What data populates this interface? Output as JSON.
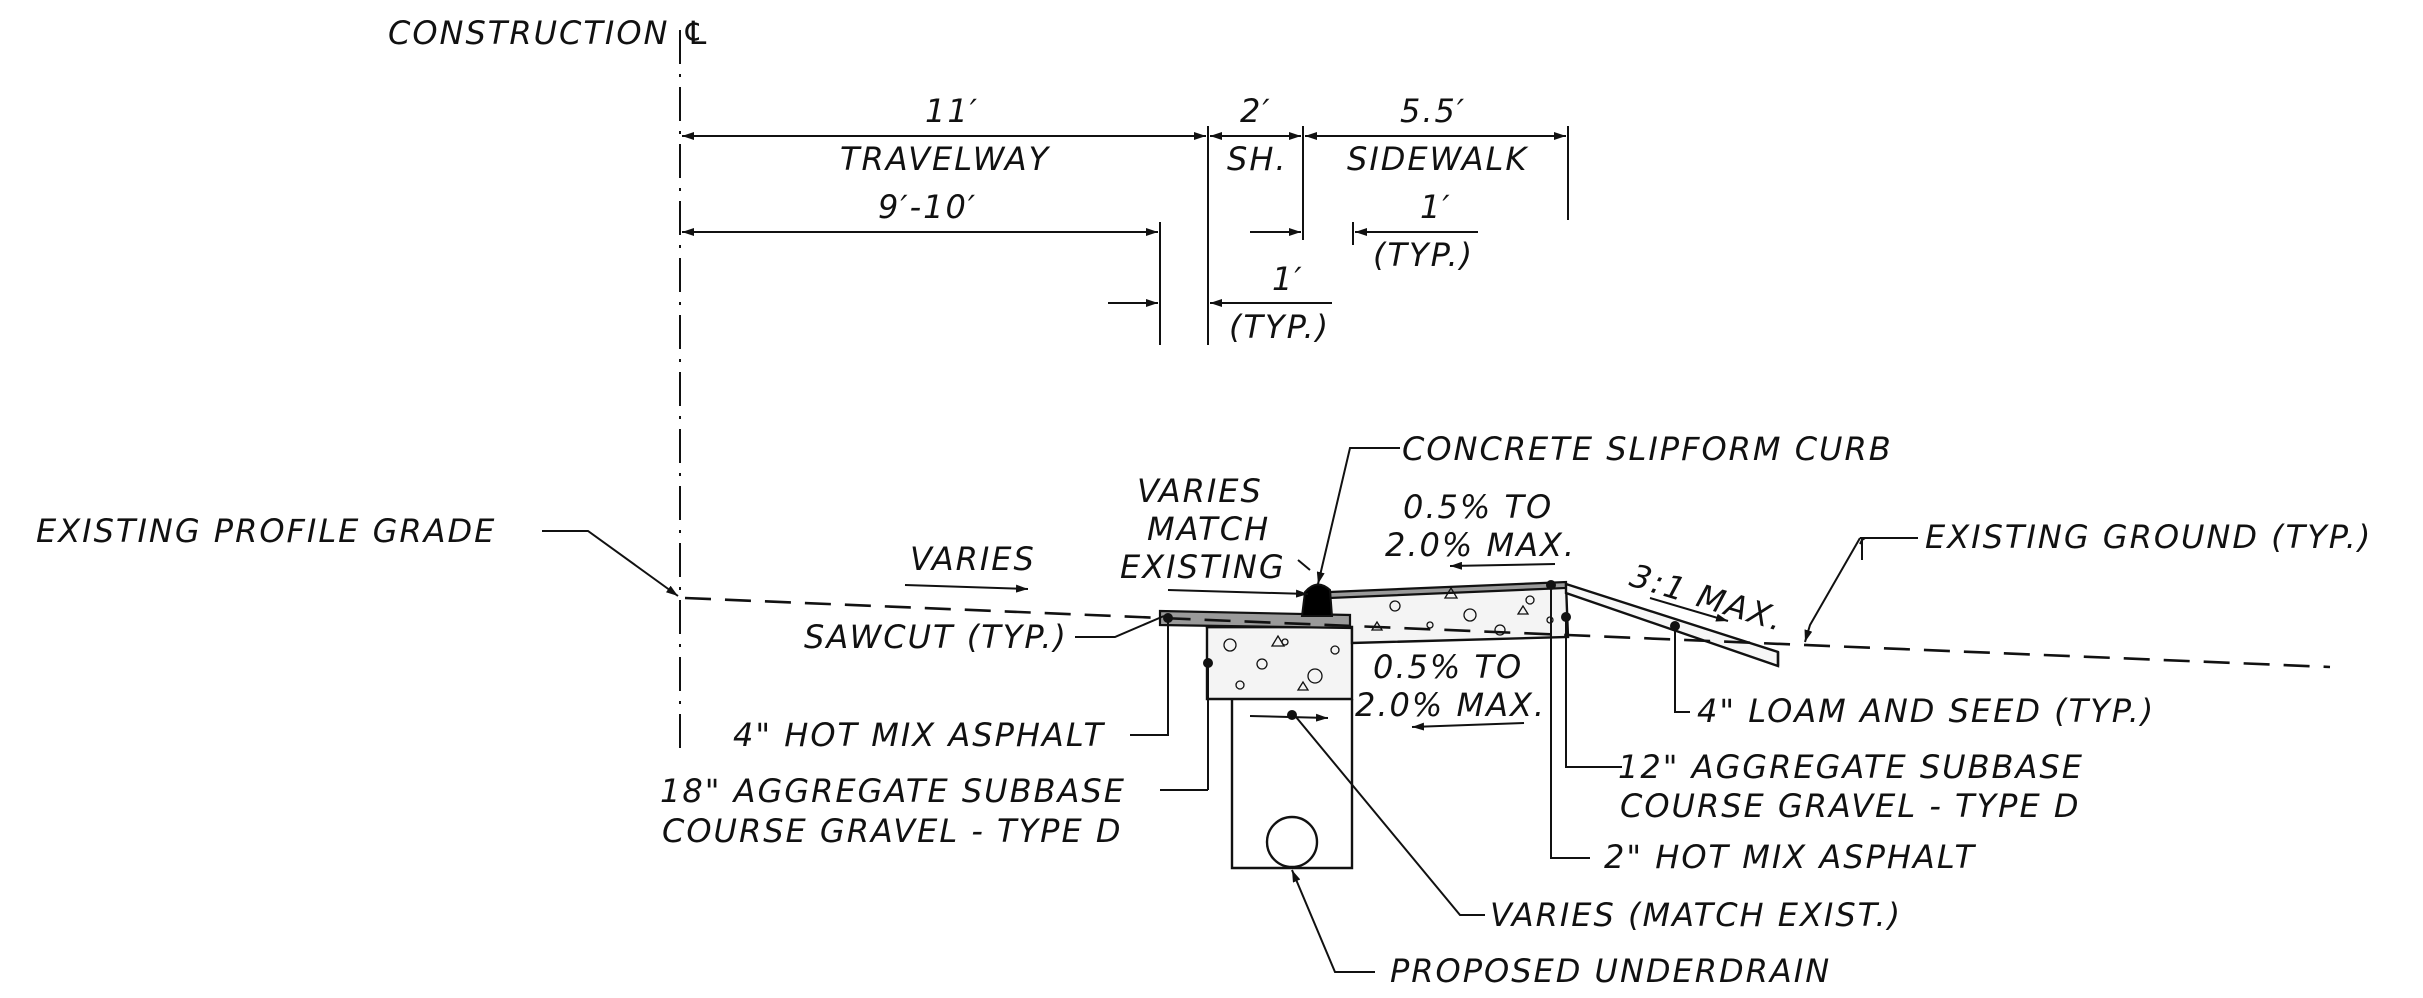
{
  "title": "",
  "labels": {
    "construction_cl": "CONSTRUCTION ℄",
    "travelway_dim": "11′",
    "travelway": "TRAVELWAY",
    "shoulder_dim": "2′",
    "shoulder": "SH.",
    "sidewalk_dim": "5.5′",
    "sidewalk": "SIDEWALK",
    "lane_dim": "9′-10′",
    "walk_offset_dim": "1′",
    "walk_offset_typ": "(TYP.)",
    "shoulder_offset_dim": "1′",
    "shoulder_offset_typ": "(TYP.)",
    "existing_profile_grade": "EXISTING PROFILE GRADE",
    "varies": "VARIES",
    "varies_match_1": "VARIES",
    "varies_match_2": "MATCH",
    "varies_match_3": "EXISTING",
    "concrete_curb": "CONCRETE SLIPFORM CURB",
    "walk_slope_1": "0.5% TO",
    "walk_slope_2": "2.0% MAX.",
    "side_slope": "3:1 MAX.",
    "existing_ground": "EXISTING GROUND (TYP.)",
    "sawcut": "SAWCUT (TYP.)",
    "under_slope_1": "0.5% TO",
    "under_slope_2": "2.0% MAX.",
    "hma_4": "4\" HOT MIX ASPHALT",
    "loam_seed": "4\" LOAM AND SEED (TYP.)",
    "agg_12_1": "12\" AGGREGATE SUBBASE",
    "agg_12_2": "COURSE GRAVEL - TYPE D",
    "agg_18_1": "18\" AGGREGATE SUBBASE",
    "agg_18_2": "COURSE GRAVEL - TYPE D",
    "hma_2": "2\" HOT MIX ASPHALT",
    "varies_match_exist": "VARIES (MATCH EXIST.)",
    "underdrain": "PROPOSED UNDERDRAIN"
  }
}
